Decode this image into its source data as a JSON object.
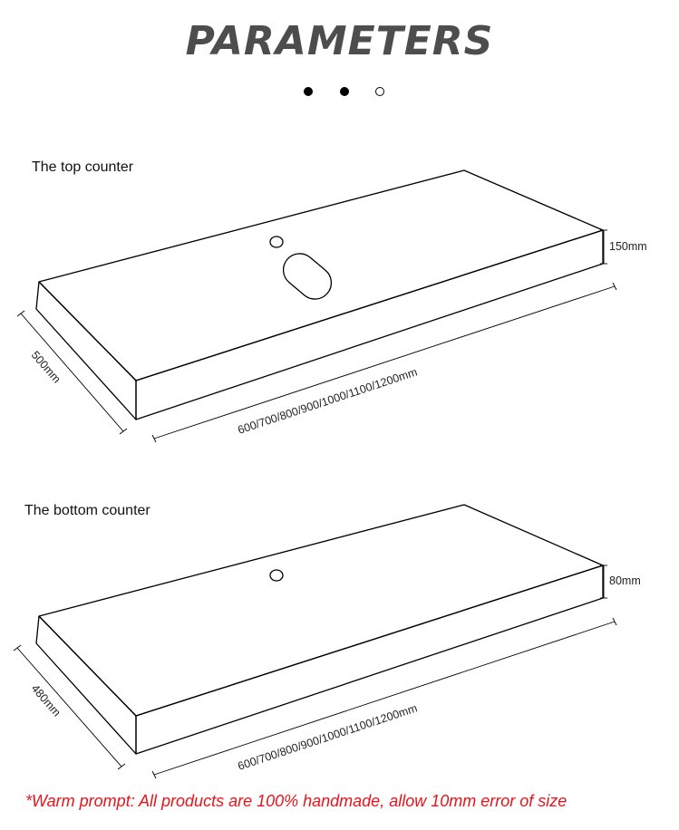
{
  "title": "PARAMETERS",
  "page_indicator": {
    "total": 3,
    "current": 2
  },
  "top_counter": {
    "label": "The top counter",
    "height": "150mm",
    "depth": "500mm",
    "width": "600/700/800/900/1000/1100/1200mm"
  },
  "bottom_counter": {
    "label": "The bottom counter",
    "height": "80mm",
    "depth": "480mm",
    "width": "600/700/800/900/1000/1100/1200mm"
  },
  "warm_prompt": "*Warm prompt: All products are 100% handmade, allow 10mm error of size",
  "colors": {
    "title": "#4d4d4d",
    "warm_prompt": "#e8141b",
    "line": "#000000"
  }
}
